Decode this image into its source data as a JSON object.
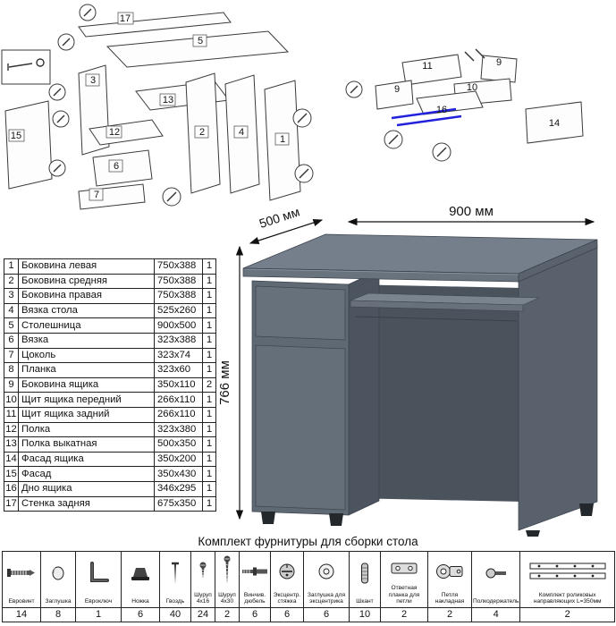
{
  "dimensions": {
    "width": "900 мм",
    "depth": "500 мм",
    "height": "766 мм"
  },
  "exploded_left": {
    "labels": {
      "p17": "17",
      "p5": "5",
      "p3": "3",
      "p13": "13",
      "p12": "12",
      "p15": "15",
      "p6": "6",
      "p7": "7",
      "p2": "2",
      "p4": "4",
      "p1": "1"
    }
  },
  "exploded_right": {
    "labels": {
      "p11": "11",
      "p9a": "9",
      "p9b": "9",
      "p10": "10",
      "p16": "16",
      "p14": "14"
    }
  },
  "parts_table": {
    "rows": [
      {
        "num": "1",
        "name": "Боковина левая",
        "size": "750x388",
        "qty": "1"
      },
      {
        "num": "2",
        "name": "Боковина средняя",
        "size": "750x388",
        "qty": "1"
      },
      {
        "num": "3",
        "name": "Боковина правая",
        "size": "750x388",
        "qty": "1"
      },
      {
        "num": "4",
        "name": "Вязка стола",
        "size": "525x260",
        "qty": "1"
      },
      {
        "num": "5",
        "name": "Столешница",
        "size": "900x500",
        "qty": "1"
      },
      {
        "num": "6",
        "name": "Вязка",
        "size": "323x388",
        "qty": "1"
      },
      {
        "num": "7",
        "name": "Цоколь",
        "size": "323x74",
        "qty": "1"
      },
      {
        "num": "8",
        "name": "Планка",
        "size": "323x60",
        "qty": "1"
      },
      {
        "num": "9",
        "name": "Боковина ящика",
        "size": "350x110",
        "qty": "2"
      },
      {
        "num": "10",
        "name": "Щит ящика передний",
        "size": "266x110",
        "qty": "1"
      },
      {
        "num": "11",
        "name": "Щит ящика задний",
        "size": "266x110",
        "qty": "1"
      },
      {
        "num": "12",
        "name": "Полка",
        "size": "323x380",
        "qty": "1"
      },
      {
        "num": "13",
        "name": "Полка выкатная",
        "size": "500x350",
        "qty": "1"
      },
      {
        "num": "14",
        "name": "Фасад ящика",
        "size": "350x200",
        "qty": "1"
      },
      {
        "num": "15",
        "name": "Фасад",
        "size": "350x430",
        "qty": "1"
      },
      {
        "num": "16",
        "name": "Дно ящика",
        "size": "346x295",
        "qty": "1"
      },
      {
        "num": "17",
        "name": "Стенка задняя",
        "size": "675x350",
        "qty": "1"
      }
    ]
  },
  "hardware": {
    "title": "Комплект фурнитуры для сборки стола",
    "items": [
      {
        "label": "Евровинт",
        "qty": "14"
      },
      {
        "label": "Заглушка",
        "qty": "8"
      },
      {
        "label": "Евроключ",
        "qty": "1"
      },
      {
        "label": "Ножка",
        "qty": "6"
      },
      {
        "label": "Гвоздь",
        "qty": "40"
      },
      {
        "label": "Шуруп 4x16",
        "qty": "24"
      },
      {
        "label": "Шуруп 4x30",
        "qty": "2"
      },
      {
        "label": "Винчив. дюбель",
        "qty": "6"
      },
      {
        "label": "Эксцентр. стяжка",
        "qty": "6"
      },
      {
        "label": "Заглушка для эксцентрика",
        "qty": "6"
      },
      {
        "label": "Шкант",
        "qty": "10"
      },
      {
        "label": "Ответная планка для петли",
        "qty": "2"
      },
      {
        "label": "Петля накладная",
        "qty": "2"
      },
      {
        "label": "Полкодержатель",
        "qty": "4"
      },
      {
        "label": "Комплект роликовых направляющих L=350мм",
        "qty": "2"
      }
    ]
  }
}
